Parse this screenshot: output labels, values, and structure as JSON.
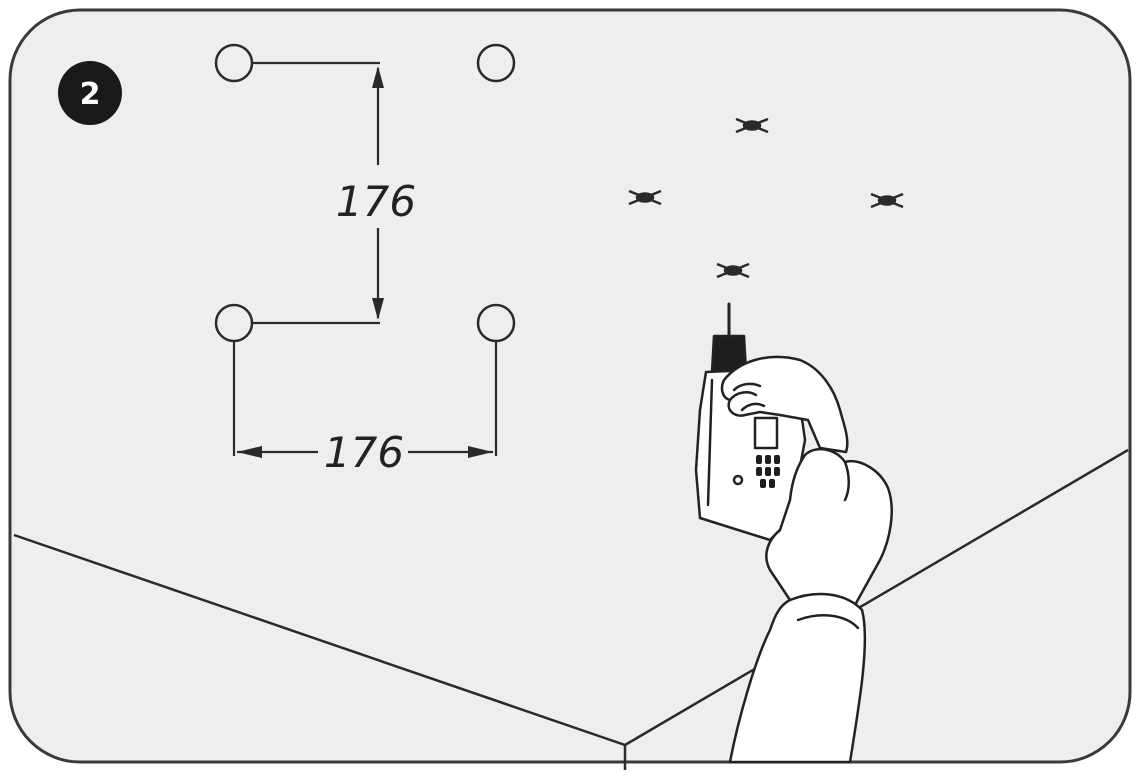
{
  "step": {
    "number": "2"
  },
  "dimensions": {
    "vertical": "176",
    "horizontal": "176"
  },
  "colors": {
    "ink": "#222222",
    "panel_fill": "#eeeeed",
    "panel_stroke": "#3a3a3a",
    "badge": "#1a1a1a"
  },
  "icons": {
    "hole_marks": [
      "circle",
      "circle",
      "circle",
      "circle"
    ],
    "drill_marks": [
      "cross",
      "cross",
      "cross",
      "cross"
    ],
    "tool": "drill-icon"
  }
}
